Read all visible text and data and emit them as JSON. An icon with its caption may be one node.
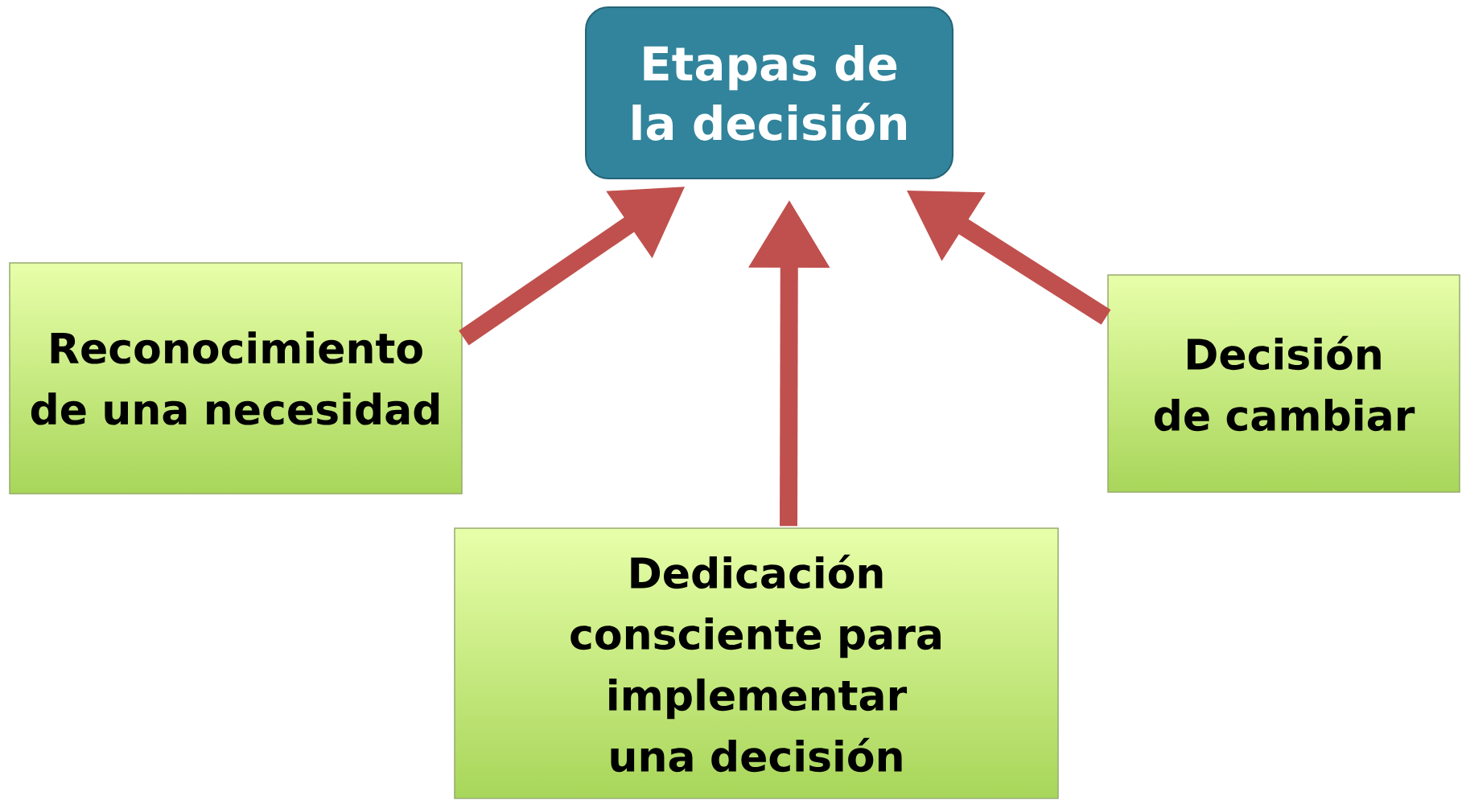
{
  "diagram": {
    "nodes": [
      {
        "text": [
          "Etapas de la decisión"
        ]
      },
      {
        "text": [
          "Reconocimiento de una necesidad"
        ]
      },
      {
        "text": [
          "Decisión de cambiar"
        ]
      },
      {
        "text": [
          "Dedicación consciente para implementar una decisión"
        ]
      }
    ],
    "edges": [
      {
        "from": 1,
        "to": 0,
        "arrow": "to"
      },
      {
        "from": 3,
        "to": 0,
        "arrow": "to"
      },
      {
        "from": 2,
        "to": 0,
        "arrow": "to"
      }
    ]
  }
}
